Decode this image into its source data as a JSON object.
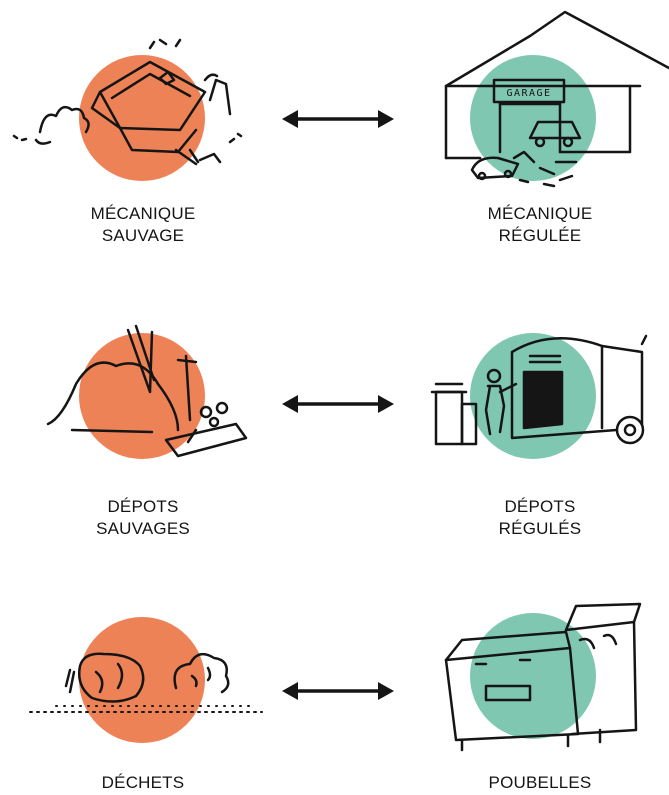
{
  "colors": {
    "unregulated": "#EE8257",
    "regulated": "#7FC7B1",
    "ink": "#151515"
  },
  "rows": [
    {
      "left": {
        "line1": "MÉCANIQUE",
        "line2": "SAUVAGE",
        "icon": "car-wreck-icon"
      },
      "right": {
        "line1": "MÉCANIQUE",
        "line2": "RÉGULÉE",
        "icon": "garage-icon",
        "sign": "GARAGE"
      }
    },
    {
      "left": {
        "line1": "DÉPOTS",
        "line2": "SAUVAGES",
        "icon": "trash-pile-icon"
      },
      "right": {
        "line1": "DÉPOTS",
        "line2": "RÉGULÉS",
        "icon": "collection-trailer-icon"
      }
    },
    {
      "left": {
        "line1": "DÉCHETS",
        "line2": "",
        "icon": "scattered-waste-icon"
      },
      "right": {
        "line1": "POUBELLES",
        "line2": "",
        "icon": "waste-bins-icon"
      }
    }
  ]
}
